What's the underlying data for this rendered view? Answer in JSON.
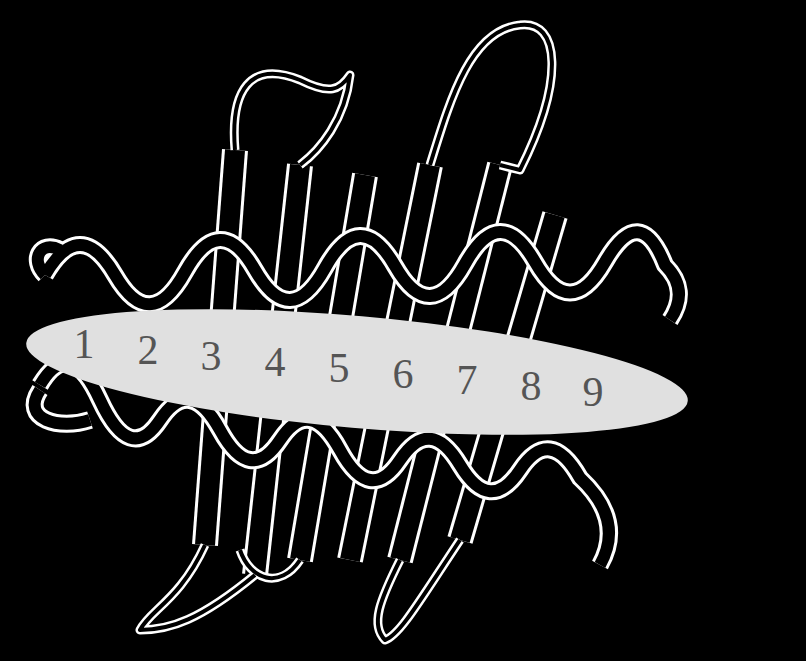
{
  "diagram": {
    "nodes": [
      {
        "text": [
          "1",
          "2",
          "3",
          "4",
          "5",
          "6",
          "7",
          "8",
          "9"
        ]
      }
    ]
  }
}
